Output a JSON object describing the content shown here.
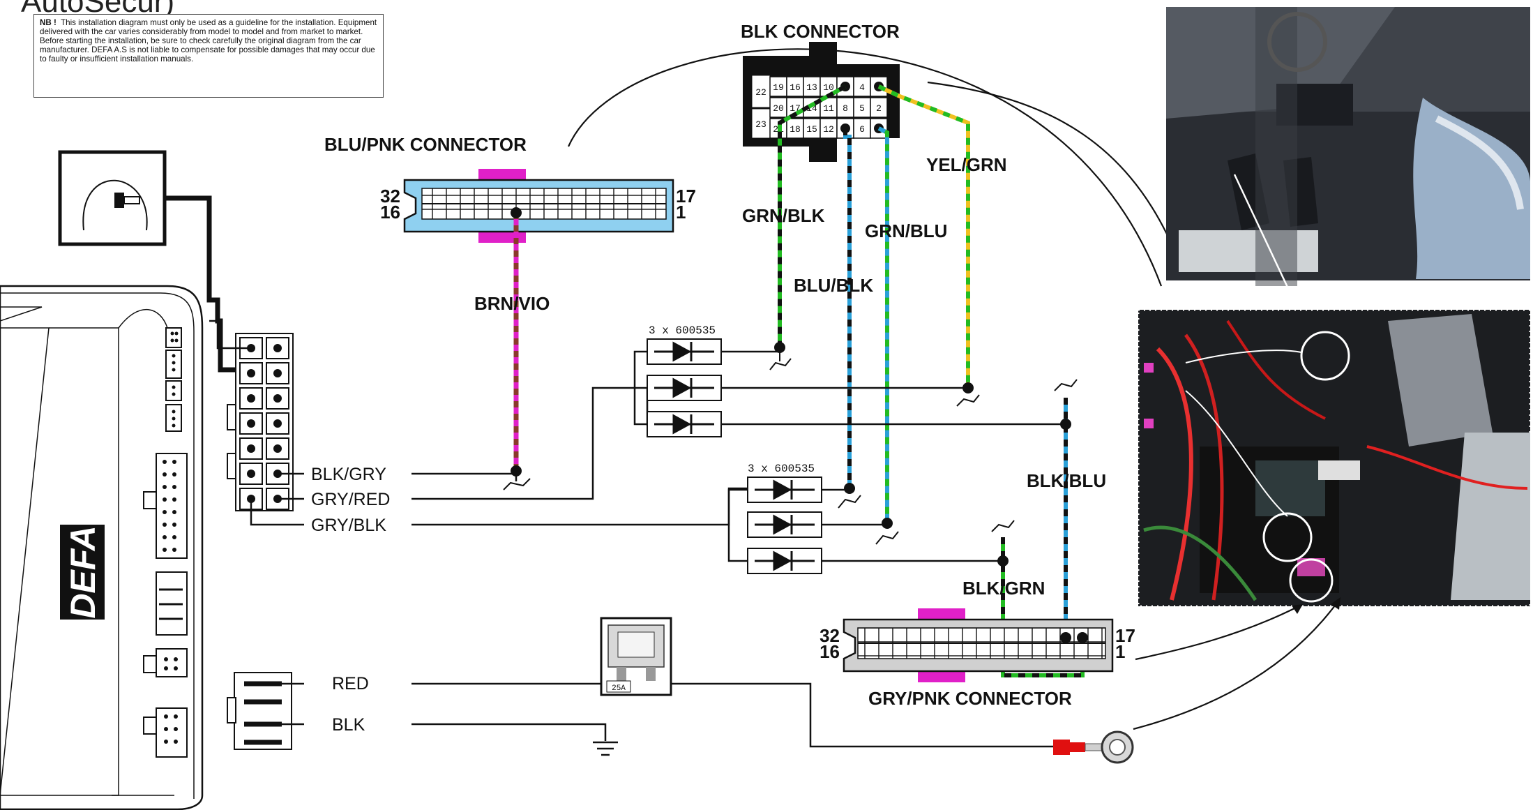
{
  "header_fragment": "AutoSecur)",
  "note": {
    "label": "NB !",
    "text": "This installation diagram must only be used as a guideline for the installation. Equipment delivered with the car varies considerably from model to model and from market to market. Before starting the installation, be sure to check carefully the original diagram from the car manufacturer. DEFA A.S is not liable to compensate for possible damages that may occur due to faulty or insufficient installation manuals."
  },
  "brand": "DEFA",
  "connectors": {
    "blk": {
      "title": "BLK CONNECTOR",
      "pins_row1": [
        "19",
        "16",
        "13",
        "10",
        "",
        "4"
      ],
      "pins_row2": [
        "20",
        "17",
        "14",
        "11",
        "8",
        "5",
        "2"
      ],
      "pins_row3": [
        "21",
        "18",
        "15",
        "12",
        "",
        "6"
      ],
      "side_pins": [
        "22",
        "23"
      ]
    },
    "blu_pnk": {
      "title": "BLU/PNK CONNECTOR",
      "pin_top_left": "32",
      "pin_bottom_left": "16",
      "pin_top_right": "17",
      "pin_bottom_right": "1"
    },
    "gry_pnk": {
      "title": "GRY/PNK CONNECTOR",
      "pin_top_left": "32",
      "pin_bottom_left": "16",
      "pin_top_right": "17",
      "pin_bottom_right": "1"
    }
  },
  "wires": {
    "brn_vio": "BRN/VIO",
    "grn_blk": "GRN/BLK",
    "blu_blk": "BLU/BLK",
    "grn_blu": "GRN/BLU",
    "yel_grn": "YEL/GRN",
    "blk_blu": "BLK/BLU",
    "blk_grn": "BLK/GRN"
  },
  "harness_labels": [
    "BLK/GRY",
    "GRY/RED",
    "GRY/BLK"
  ],
  "power_labels": [
    "RED",
    "BLK"
  ],
  "diode_groups": [
    "3 x 600535",
    "3 x 600535"
  ],
  "fuse": "25A",
  "colors": {
    "magenta": "#e020c8",
    "connector_blue": "#8fd0f0",
    "connector_grey": "#d0d0d0",
    "green": "#22bb22",
    "blue_wire": "#2aa0d8",
    "yellow": "#f0c020",
    "brown": "#8a3a2a",
    "red": "#e01010"
  }
}
